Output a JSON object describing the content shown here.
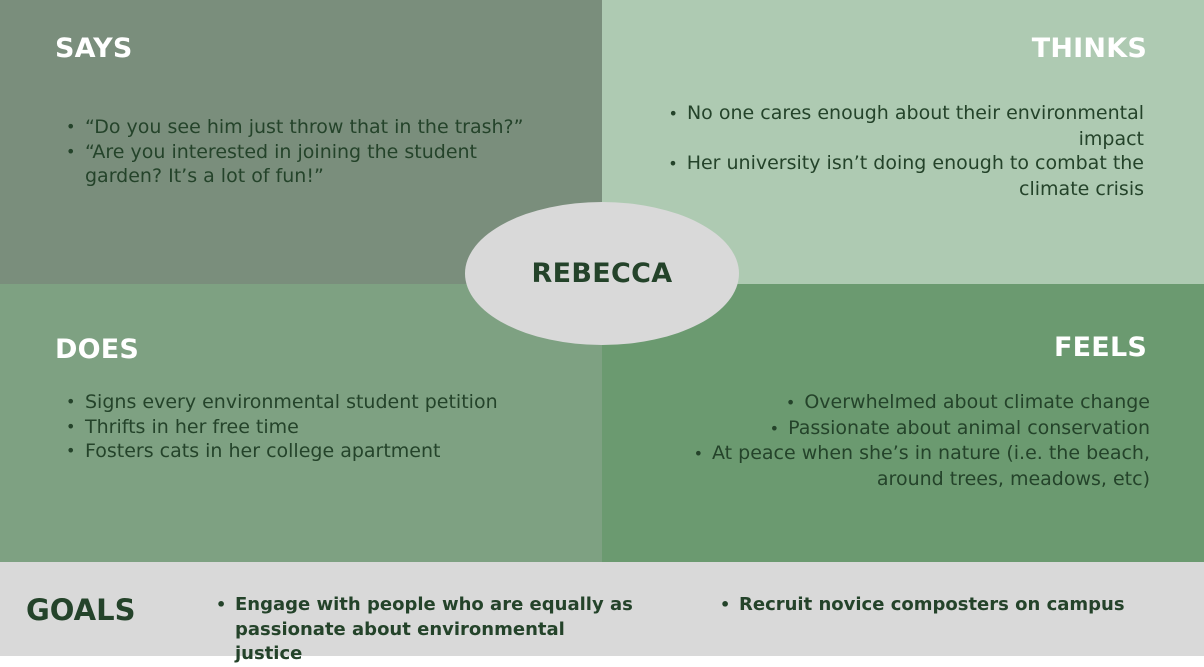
{
  "center": {
    "name": "REBECCA"
  },
  "says": {
    "title": "SAYS",
    "items": [
      "“Do you see him just throw that in the trash?”",
      "“Are you interested in joining the student garden? It’s a lot of fun!”"
    ]
  },
  "thinks": {
    "title": "THINKS",
    "items": [
      "No one cares enough about their environmental impact",
      "Her university isn’t doing enough to combat the climate crisis"
    ]
  },
  "does": {
    "title": "DOES",
    "items": [
      "Signs every environmental student petition",
      "Thrifts in her free time",
      "Fosters cats in her college apartment"
    ]
  },
  "feels": {
    "title": "FEELS",
    "items": [
      "Overwhelmed about climate change",
      "Passionate about animal conservation",
      "At peace when she’s in nature (i.e. the beach, around trees, meadows, etc)"
    ]
  },
  "goals": {
    "title": "GOALS",
    "items": [
      "Engage with  people who are equally as passionate about environmental justice",
      "Recruit novice composters on campus"
    ]
  },
  "colors": {
    "says_bg": "#7a8e7c",
    "thinks_bg": "#aecab2",
    "does_bg": "#7ea182",
    "feels_bg": "#6b9a70",
    "goals_bg": "#d9d9d9",
    "center_bg": "#d9d9d9",
    "text_dark": "#24432a",
    "heading_text": "#ffffff"
  }
}
